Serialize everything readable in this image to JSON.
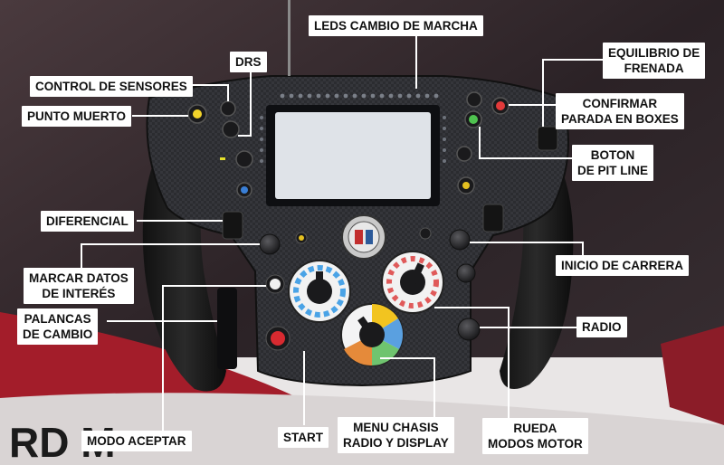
{
  "labels": {
    "leds": "LEDS CAMBIO DE MARCHA",
    "drs": "DRS",
    "control_sensores": "CONTROL DE SENSORES",
    "punto_muerto": "PUNTO MUERTO",
    "equilibrio_1": "EQUILIBRIO DE",
    "equilibrio_2": "FRENADA",
    "confirmar_1": "CONFIRMAR",
    "confirmar_2": "PARADA EN BOXES",
    "pit_1": "BOTON",
    "pit_2": "DE PIT LINE",
    "diferencial": "DIFERENCIAL",
    "marcar_1": "MARCAR DATOS",
    "marcar_2": "DE INTERÉS",
    "inicio_carrera": "INICIO DE CARRERA",
    "palancas_1": "PALANCAS",
    "palancas_2": "DE CAMBIO",
    "radio": "RADIO",
    "modo_aceptar": "MODO ACEPTAR",
    "start": "START",
    "menu_1": "MENU CHASIS",
    "menu_2": "RADIO Y DISPLAY",
    "rueda_1": "RUEDA",
    "rueda_2": "MODOS MOTOR"
  },
  "colors": {
    "label_bg": "#ffffff",
    "label_text": "#111111",
    "leader_line": "#ffffff",
    "carbon": "#2a2a2e",
    "screen": "#dfe3e8"
  }
}
